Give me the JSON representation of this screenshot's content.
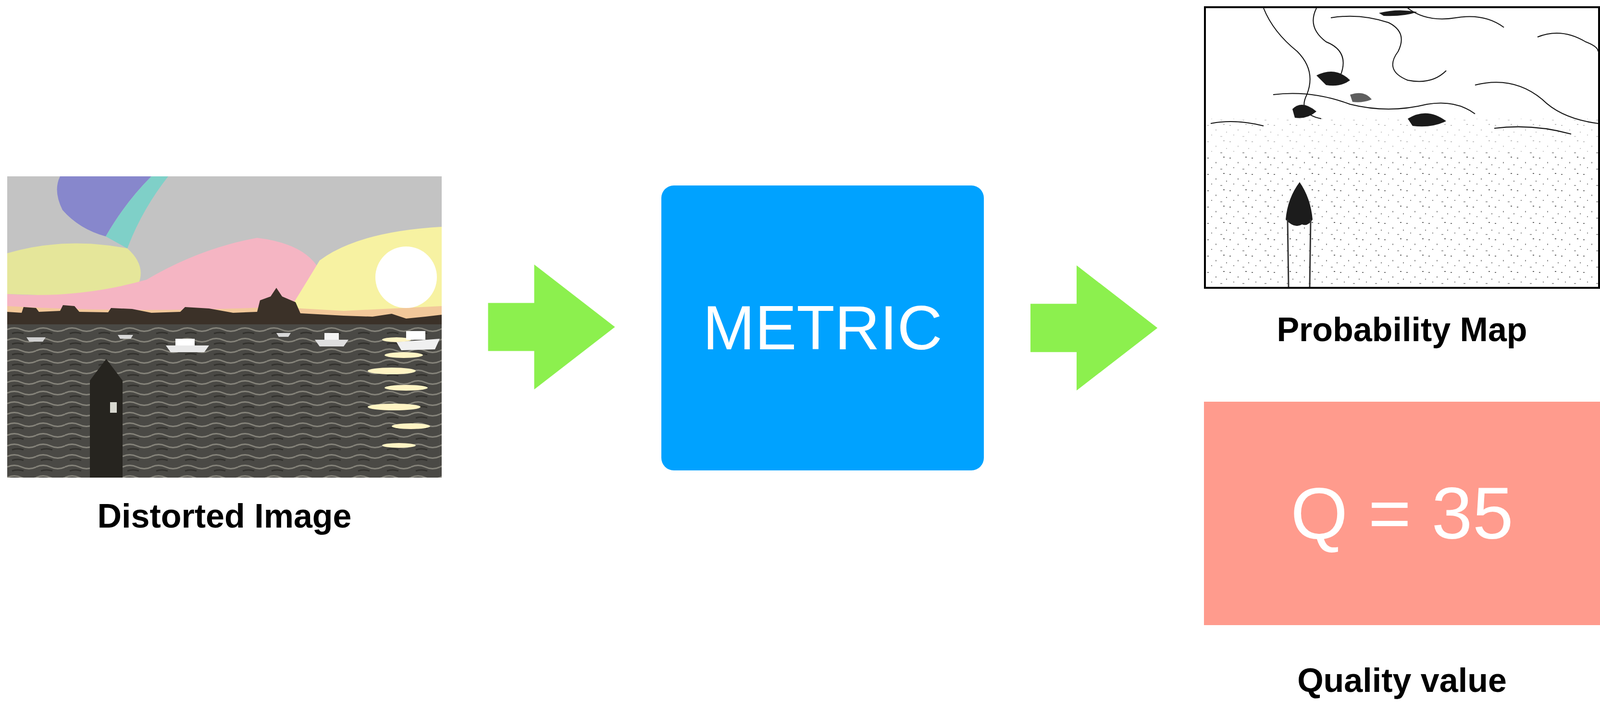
{
  "diagram": {
    "nodes": [
      {
        "text": [
          "Distorted Image"
        ]
      },
      {
        "text": [
          "METRIC"
        ]
      },
      {
        "text": [
          "Probability Map"
        ]
      },
      {
        "text": [
          "Q = 35",
          "Quality value"
        ]
      }
    ],
    "edges": [
      {
        "from": 0,
        "to": 1,
        "arrow": "to"
      },
      {
        "from": 1,
        "to": 2,
        "arrow": "to"
      },
      {
        "from": 1,
        "to": 3,
        "arrow": "to"
      }
    ]
  }
}
